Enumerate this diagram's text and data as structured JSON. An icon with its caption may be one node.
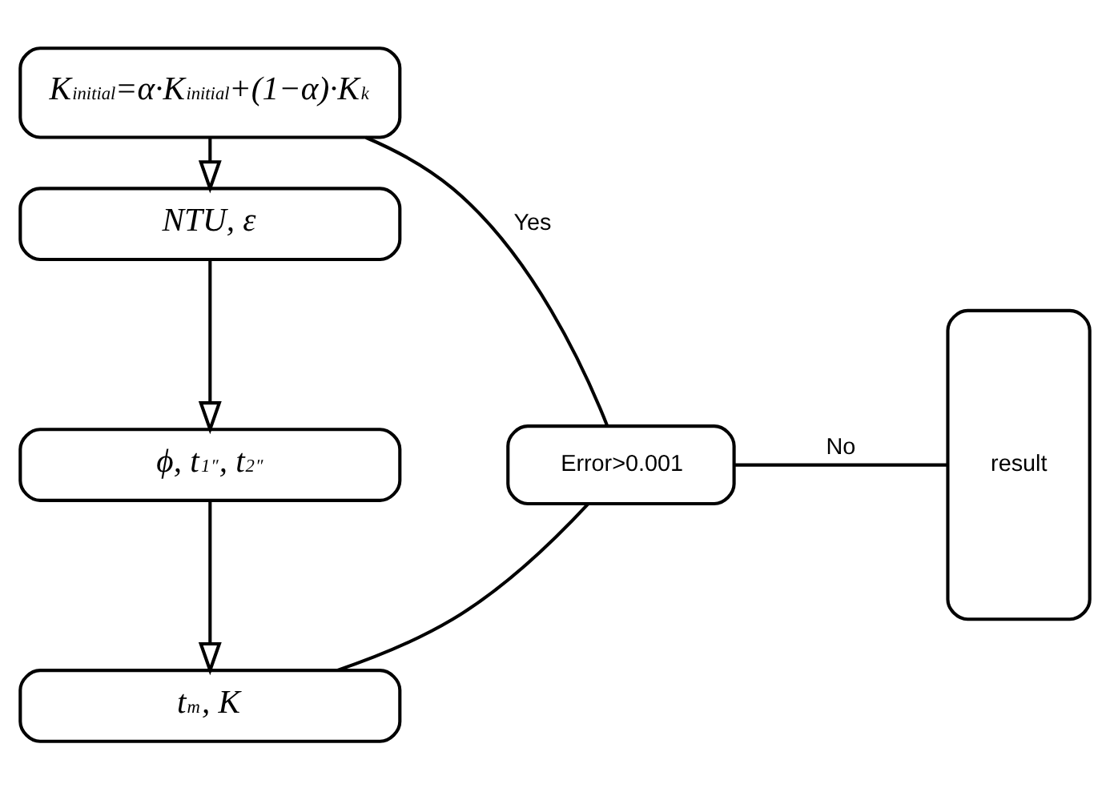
{
  "diagram": {
    "nodes": [
      {
        "text": [
          "K$_{initial}$=α·K$_{initial}$+(1−α)·K$^{k}$"
        ]
      },
      {
        "text": [
          "NTU, ε"
        ]
      },
      {
        "text": [
          "ϕ, t$_{1}$$^{″}$, t$_{2}$$^{″}$"
        ]
      },
      {
        "text": [
          "t$_{m}$, K"
        ]
      },
      {
        "text": [
          "Error>0.001"
        ]
      },
      {
        "text": [
          "result"
        ]
      }
    ],
    "edges": [
      {
        "from": 0,
        "to": 1,
        "arrow": "to"
      },
      {
        "from": 1,
        "to": 2,
        "arrow": "to"
      },
      {
        "from": 2,
        "to": 3,
        "arrow": "to"
      },
      {
        "from": 3,
        "to": 4,
        "arrow": "none"
      },
      {
        "from": 4,
        "to": 0,
        "arrow": "none",
        "label": "Yes"
      },
      {
        "from": 4,
        "to": 5,
        "arrow": "none",
        "label": "No"
      }
    ]
  }
}
